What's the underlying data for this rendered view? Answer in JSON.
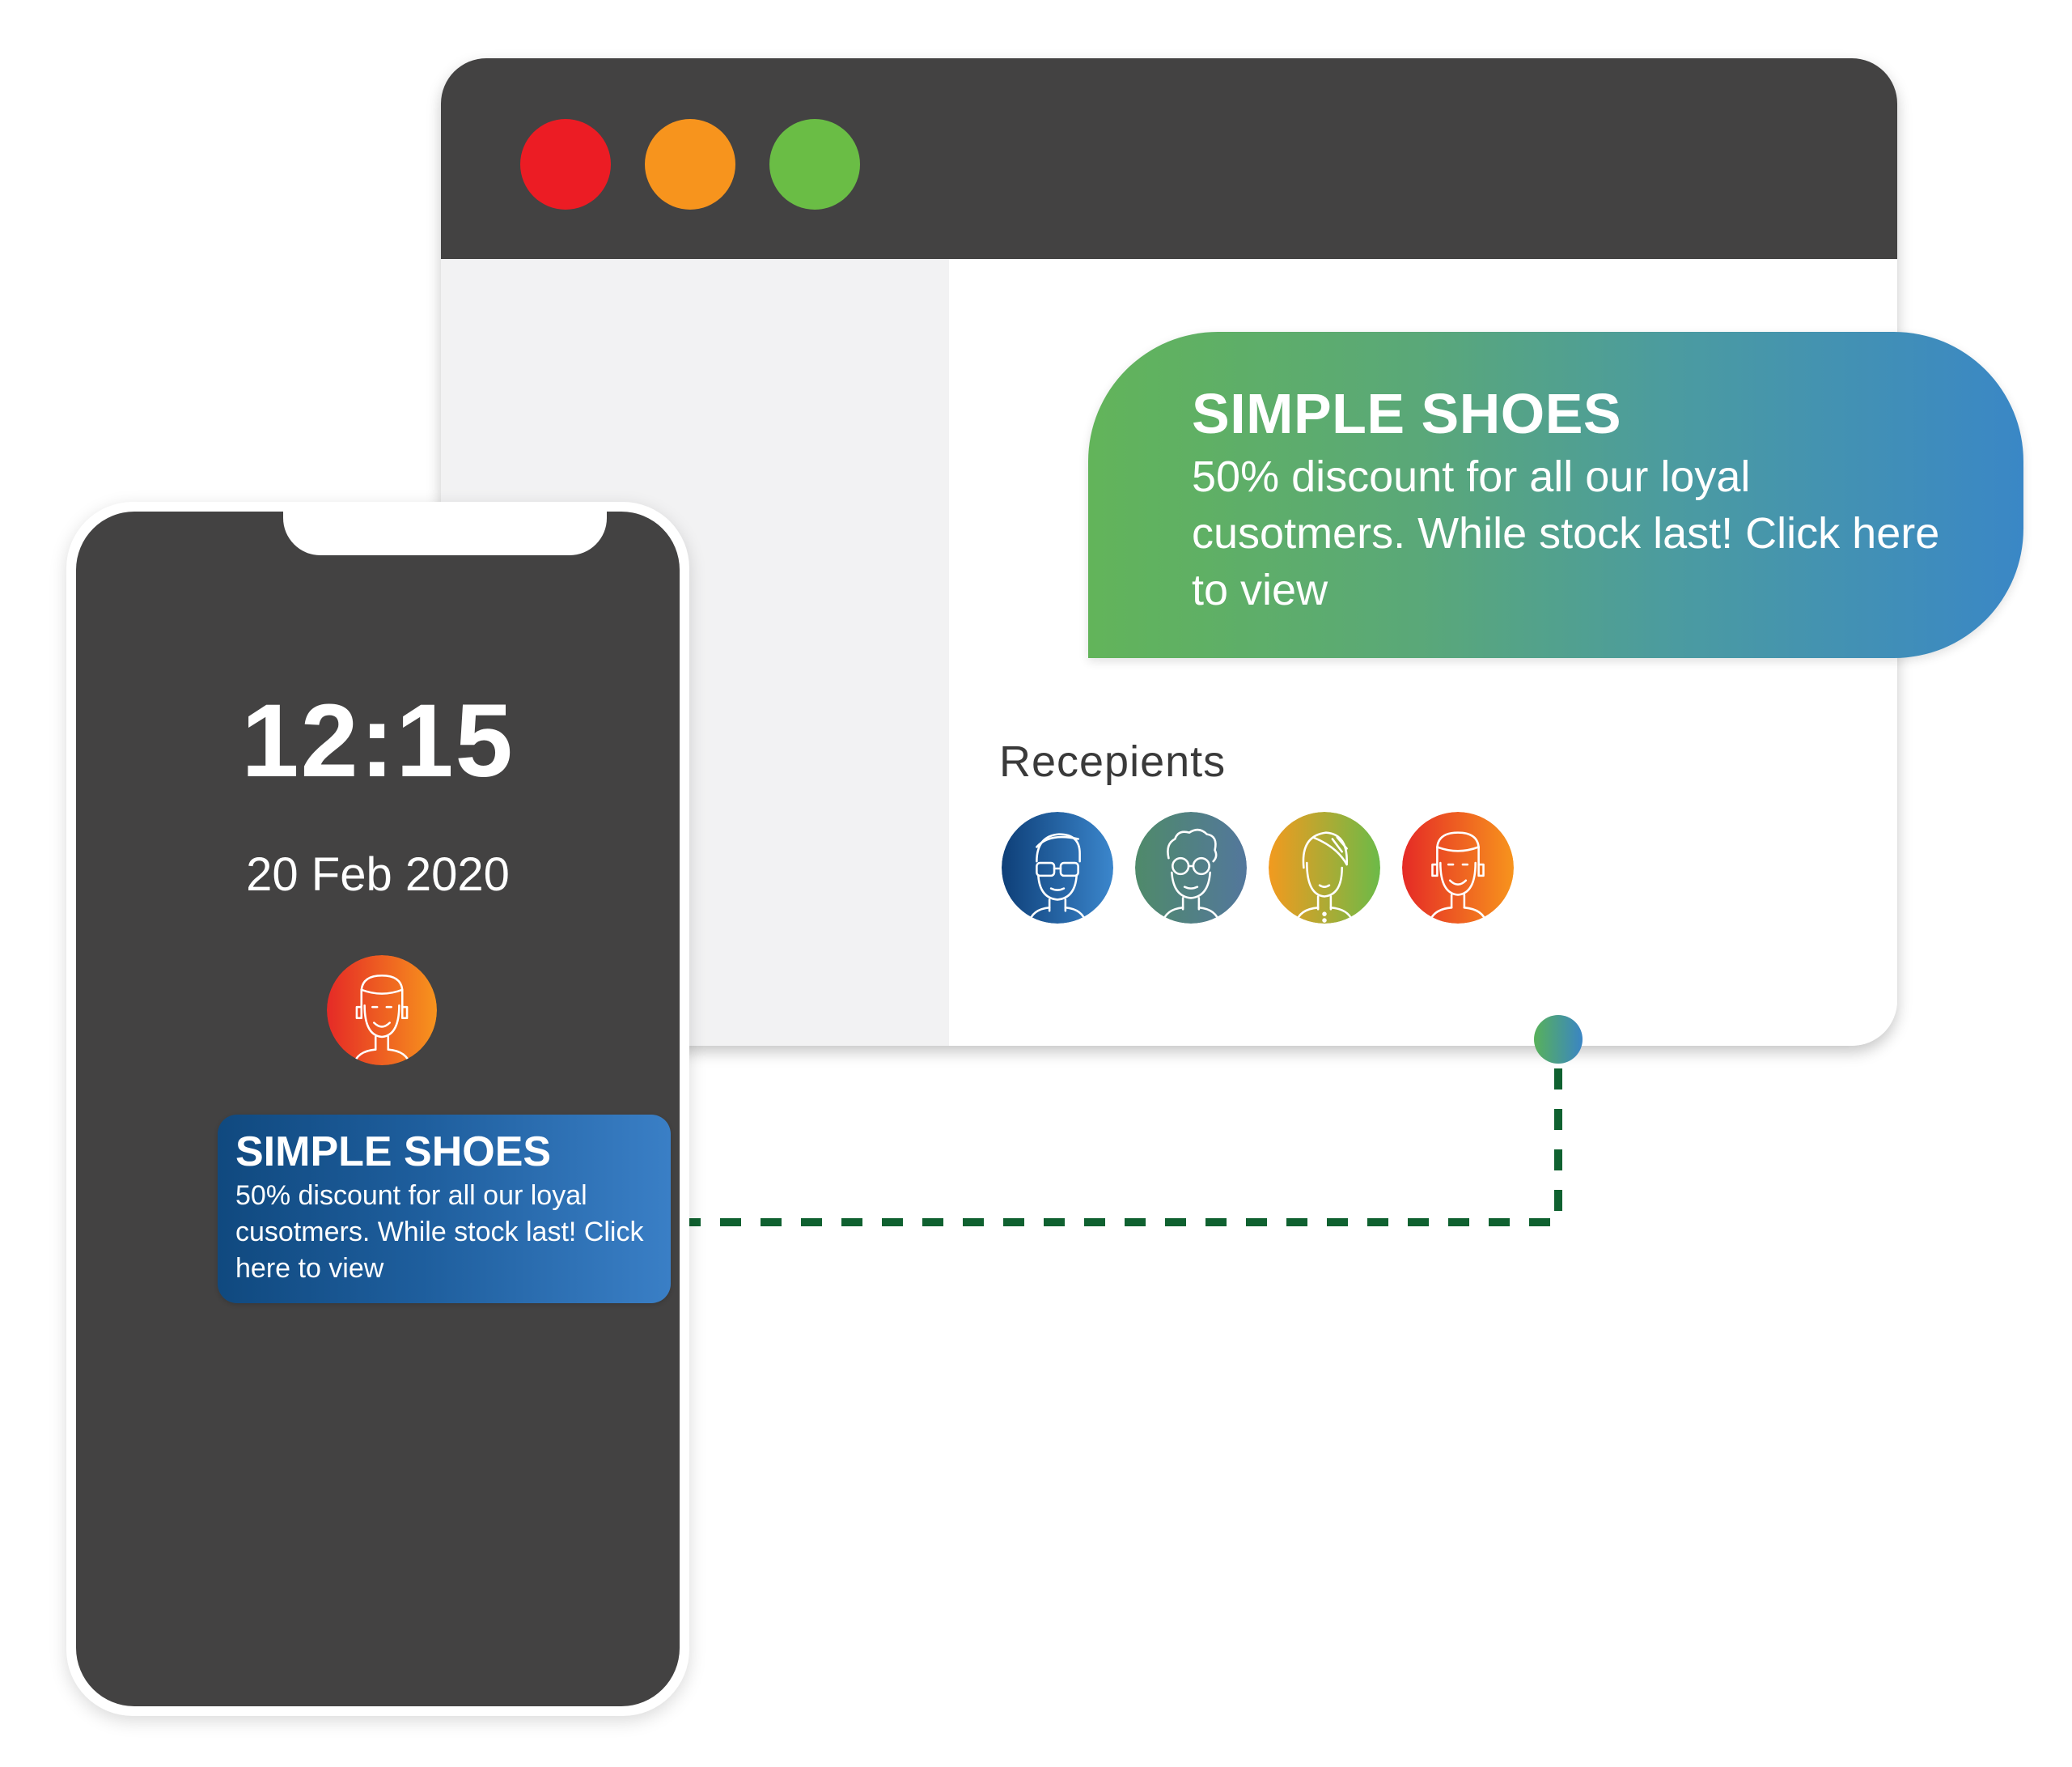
{
  "colors": {
    "titlebar": "#434242",
    "traffic_red": "#ec1c24",
    "traffic_orange": "#f7941d",
    "traffic_green": "#6abd45",
    "connector": "#0f6130",
    "phone_screen": "#434242"
  },
  "browser": {
    "traffic_lights": [
      "close-light",
      "minimize-light",
      "maximize-light"
    ]
  },
  "desktop_notification": {
    "title": "SIMPLE SHOES",
    "body": "50% discount for all our loyal cusotmers. While stock last! Click here to view"
  },
  "recipients": {
    "label": "Recepients",
    "avatars": [
      {
        "icon": "man-with-glasses-avatar-icon"
      },
      {
        "icon": "curly-hair-glasses-avatar-icon"
      },
      {
        "icon": "woman-with-hair-avatar-icon"
      },
      {
        "icon": "smiling-man-avatar-icon"
      }
    ]
  },
  "phone": {
    "time": "12:15",
    "date": "20 Feb 2020",
    "avatar": {
      "icon": "smiling-man-avatar-icon"
    },
    "notification": {
      "title": "SIMPLE SHOES",
      "body": "50% discount for all our loyal cusotmers. While stock last! Click here to view"
    }
  }
}
